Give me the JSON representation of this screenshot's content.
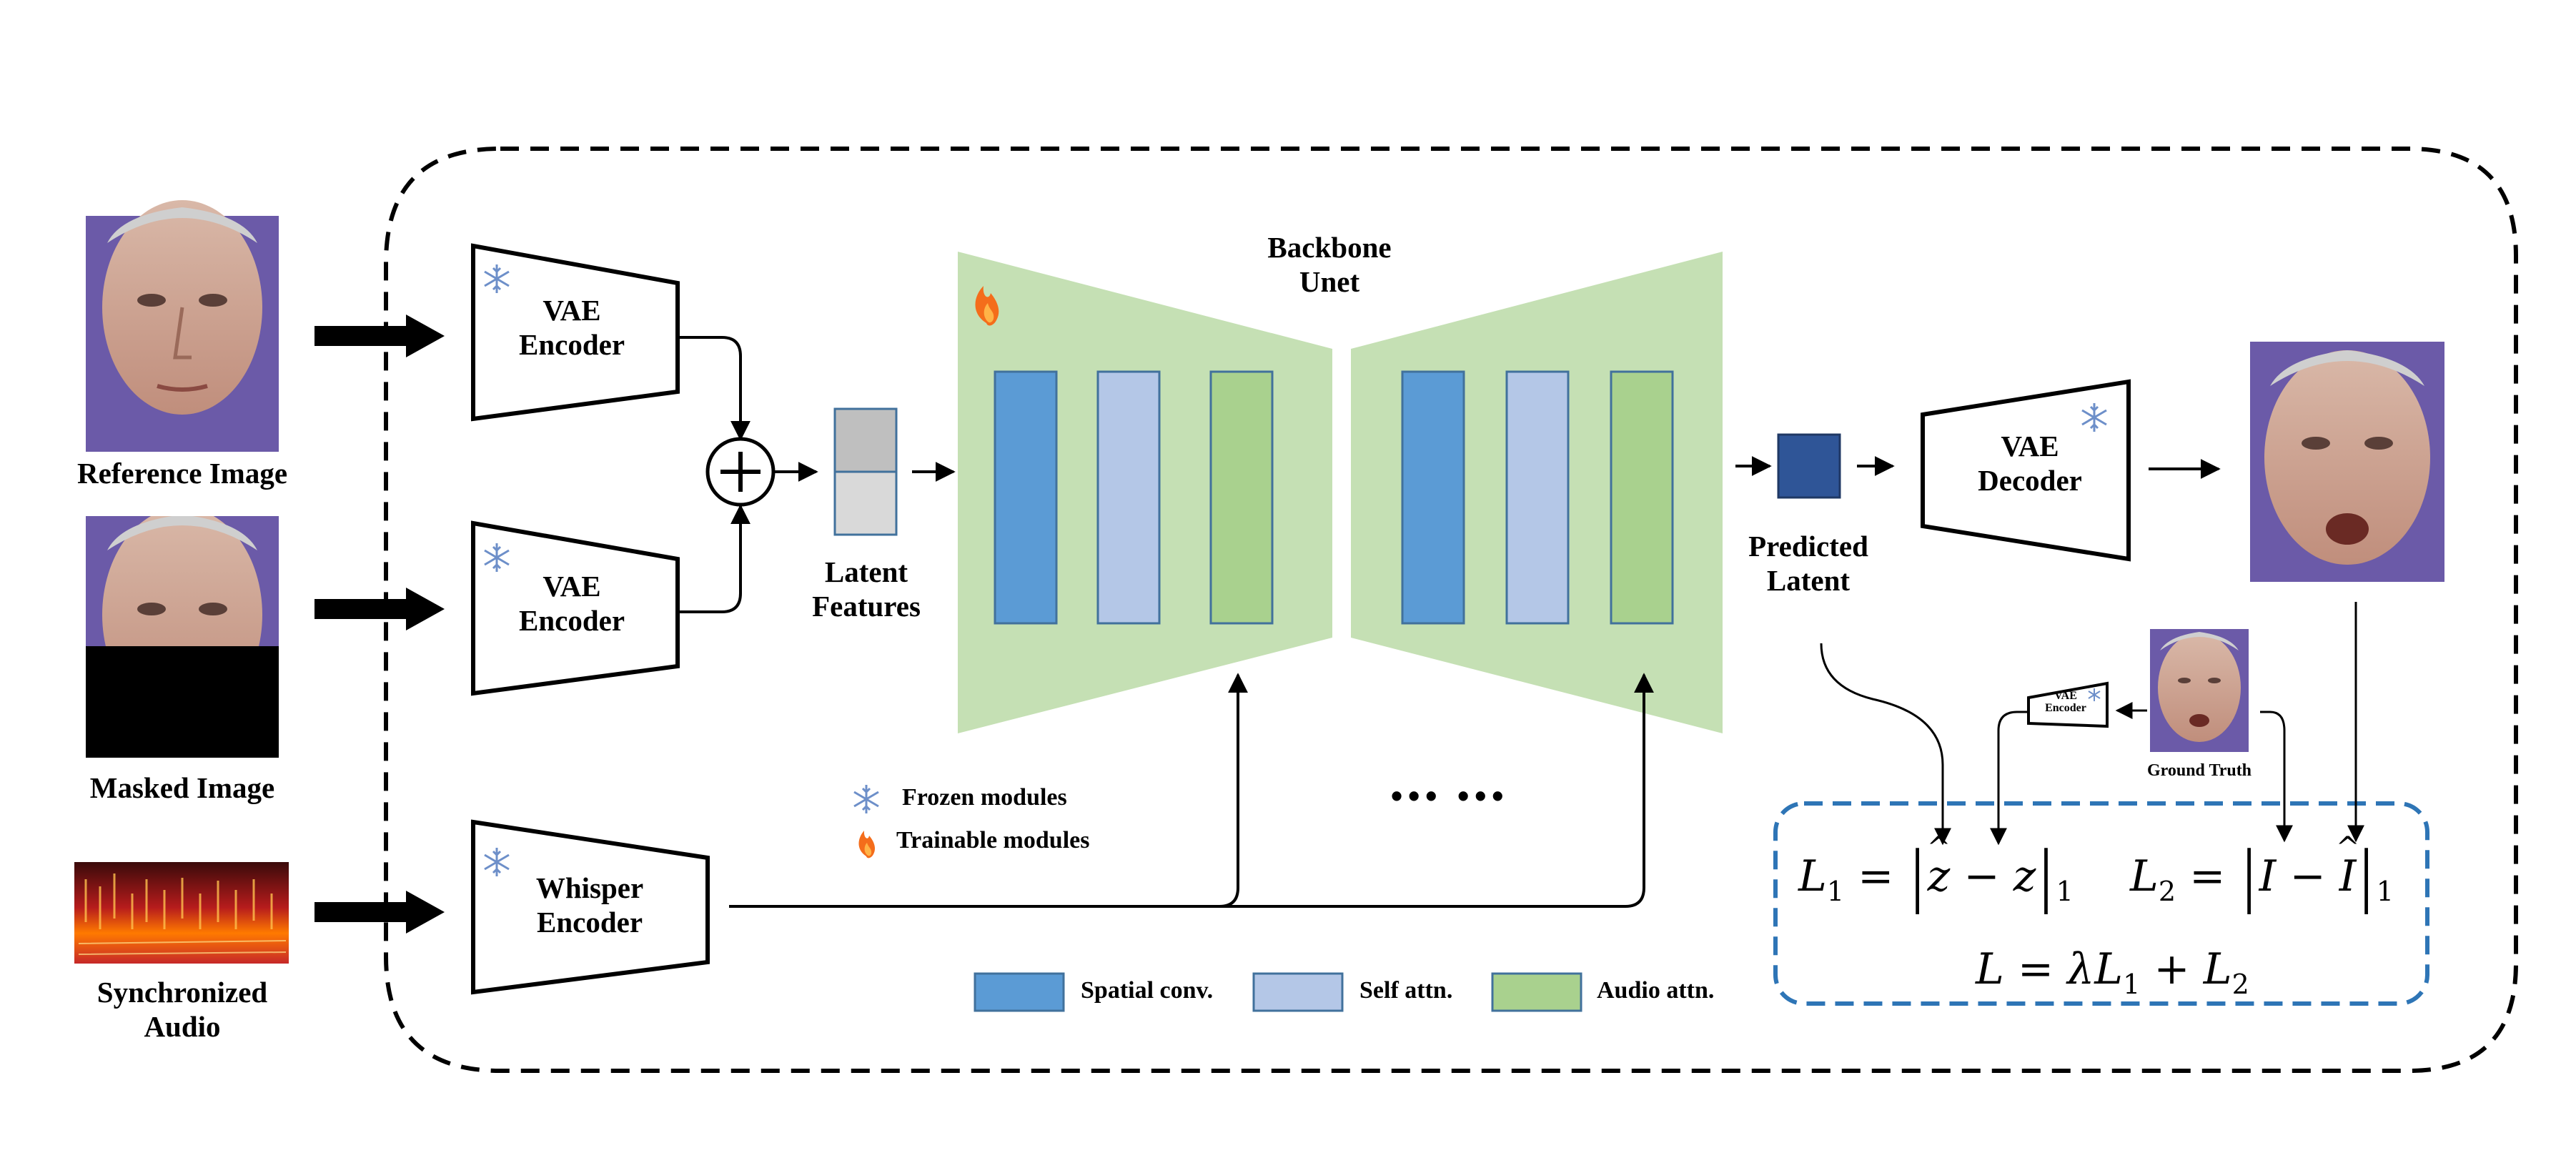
{
  "inputs": {
    "reference_image": "Reference Image",
    "masked_image": "Masked Image",
    "synchronized_audio_line1": "Synchronized",
    "synchronized_audio_line2": "Audio"
  },
  "encoders": {
    "vae_encoder_line1": "VAE",
    "vae_encoder_line2": "Encoder",
    "whisper_line1": "Whisper",
    "whisper_line2": "Encoder"
  },
  "latent_features": {
    "line1": "Latent",
    "line2": "Features"
  },
  "backbone": {
    "line1": "Backbone",
    "line2": "Unet"
  },
  "ellipsis": "••• •••",
  "predicted_latent": {
    "line1": "Predicted",
    "line2": "Latent"
  },
  "decoder": {
    "line1": "VAE",
    "line2": "Decoder"
  },
  "mini_encoder": {
    "line1": "VAE",
    "line2": "Encoder"
  },
  "ground_truth": "Ground Truth",
  "status_legend": {
    "frozen": "Frozen modules",
    "trainable": "Trainable modules"
  },
  "block_legend": {
    "spatial": "Spatial conv.",
    "self_attn": "Self attn.",
    "audio_attn": "Audio attn."
  },
  "equations": {
    "l1_lhs": "L",
    "l1_sub": "1",
    "l1_rhs_zhat": "z",
    "l1_rhs_z": "z",
    "l2_lhs": "L",
    "l2_sub": "2",
    "l2_rhs_i": "I",
    "l2_rhs_ihat": "I",
    "loss_lhs": "L",
    "loss_lambda": "λ",
    "loss_l1": "L",
    "loss_l2": "L"
  },
  "colors": {
    "spatial_conv": "#5b9bd5",
    "self_attn": "#b4c7e7",
    "audio_attn": "#a9d18e",
    "unet_fill": "#c5e0b4",
    "predicted_latent": "#2f5597",
    "loss_border": "#2e75b6",
    "latent_top": "#bfbfbf",
    "latent_bottom": "#d9d9d9"
  },
  "icons": {
    "frozen": "snowflake-icon",
    "trainable": "flame-icon"
  }
}
